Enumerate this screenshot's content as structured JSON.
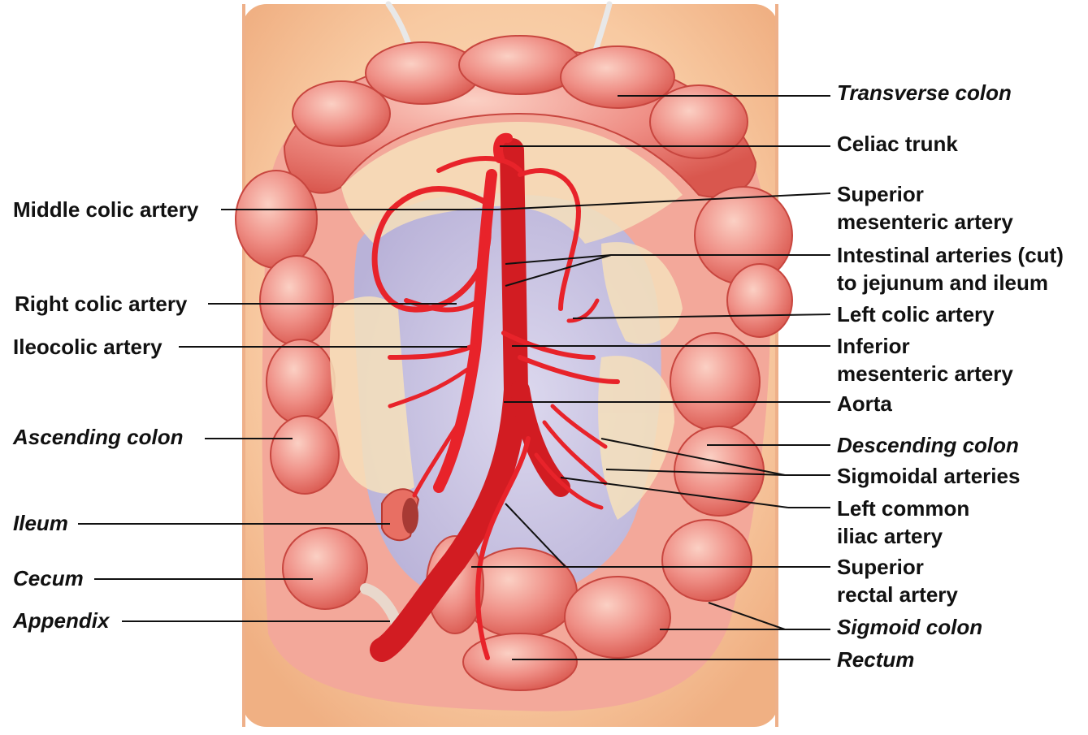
{
  "colors": {
    "skin": "#f7c8a0",
    "skin_shadow": "#eea27f",
    "intestine": "#ef8f86",
    "intestine_dark": "#d9574e",
    "mesentery": "#f6e0bb",
    "cavity": "#c9c4e2",
    "artery": "#e8232a",
    "leader": "#111111"
  },
  "labels": {
    "transverse_colon": "Transverse colon",
    "celiac_trunk": "Celiac trunk",
    "superior_mesenteric_1": "Superior",
    "superior_mesenteric_2": "mesenteric artery",
    "intestinal_1": "Intestinal arteries (cut)",
    "intestinal_2": "to jejunum and ileum",
    "left_colic": "Left colic artery",
    "inferior_mesenteric_1": "Inferior",
    "inferior_mesenteric_2": "mesenteric artery",
    "aorta": "Aorta",
    "descending_colon": "Descending colon",
    "sigmoidal_arteries": "Sigmoidal arteries",
    "left_common_iliac_1": "Left common",
    "left_common_iliac_2": "iliac artery",
    "superior_rectal_1": "Superior",
    "superior_rectal_2": "rectal artery",
    "sigmoid_colon": "Sigmoid colon",
    "rectum": "Rectum",
    "middle_colic": "Middle colic artery",
    "right_colic": "Right colic artery",
    "ileocolic": "Ileocolic artery",
    "ascending_colon": "Ascending colon",
    "ileum": "Ileum",
    "cecum": "Cecum",
    "appendix": "Appendix"
  }
}
